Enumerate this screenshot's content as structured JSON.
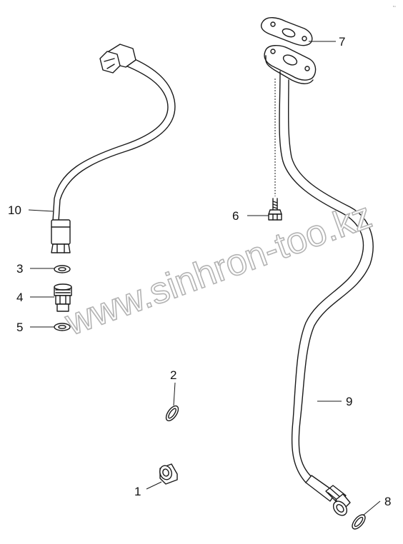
{
  "diagram": {
    "callouts": [
      "1",
      "2",
      "3",
      "4",
      "5",
      "6",
      "7",
      "8",
      "9",
      "10"
    ],
    "watermark": "www.sinhron-too.kz",
    "corner_mark": "ru"
  }
}
